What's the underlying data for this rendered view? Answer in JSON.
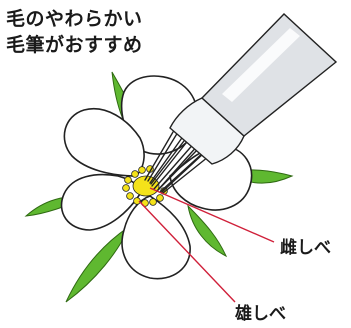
{
  "title": {
    "line1": "毛のやわらかい",
    "line2": "毛筆がおすすめ"
  },
  "labels": {
    "pistil": "雌しべ",
    "stamen": "雄しべ"
  },
  "colors": {
    "leaf": "#5fb830",
    "leaf_outline": "#2f6a12",
    "petal": "#ffffff",
    "outline": "#222222",
    "pollen": "#f4e21a",
    "brush_handle": "#dfe2e6",
    "brush_ferrule": "#f2f4f6",
    "leader_line": "#d0203a"
  },
  "icons": {
    "flower": "flower-icon",
    "brush": "brush-icon"
  }
}
